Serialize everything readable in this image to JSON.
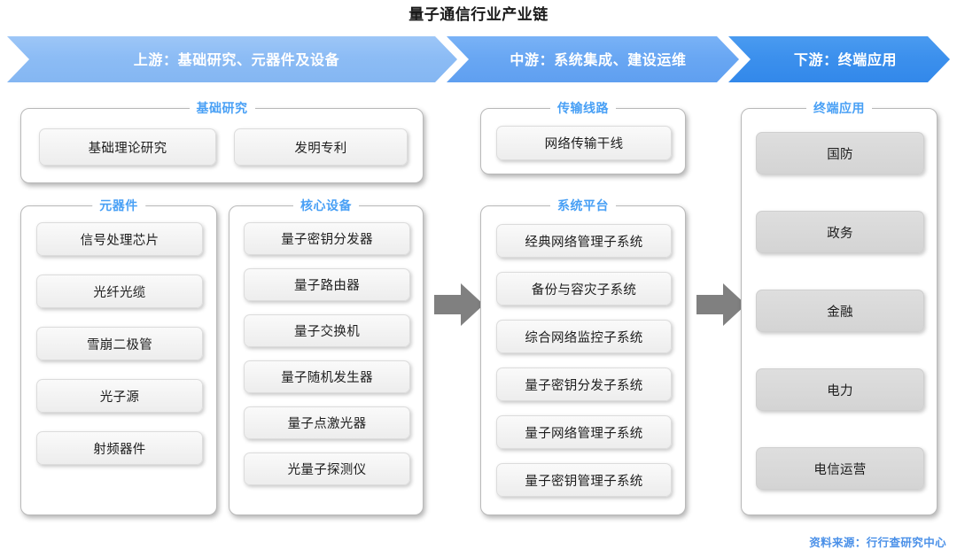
{
  "title": "量子通信行业产业链",
  "banner": {
    "segments": [
      {
        "label": "上游：基础研究、元器件及设备",
        "color": "#8cbcf5"
      },
      {
        "label": "中游：系统集成、建设运维",
        "color": "#69a7f3"
      },
      {
        "label": "下游：终端应用",
        "color": "#3c90ed"
      }
    ]
  },
  "groups": {
    "basic_research": {
      "title": "基础研究",
      "items": [
        "基础理论研究",
        "发明专利"
      ]
    },
    "components": {
      "title": "元器件",
      "items": [
        "信号处理芯片",
        "光纤光缆",
        "雪崩二极管",
        "光子源",
        "射频器件"
      ]
    },
    "core_equipment": {
      "title": "核心设备",
      "items": [
        "量子密钥分发器",
        "量子路由器",
        "量子交换机",
        "量子随机发生器",
        "量子点激光器",
        "光量子探测仪"
      ]
    },
    "transmission_line": {
      "title": "传输线路",
      "items": [
        "网络传输干线"
      ]
    },
    "system_platform": {
      "title": "系统平台",
      "items": [
        "经典网络管理子系统",
        "备份与容灾子系统",
        "综合网络监控子系统",
        "量子密钥分发子系统",
        "量子网络管理子系统",
        "量子密钥管理子系统"
      ]
    },
    "terminal_application": {
      "title": "终端应用",
      "items": [
        "国防",
        "政务",
        "金融",
        "电力",
        "电信运营"
      ]
    }
  },
  "arrows": {
    "upstream_to_midstream": "arrow-right-icon",
    "midstream_to_downstream": "arrow-right-icon"
  },
  "source": "资料来源：行行查研究中心",
  "colors": {
    "group_title": "#49a0f5",
    "source_text": "#4a90e8",
    "arrow_gray": "#808080"
  }
}
